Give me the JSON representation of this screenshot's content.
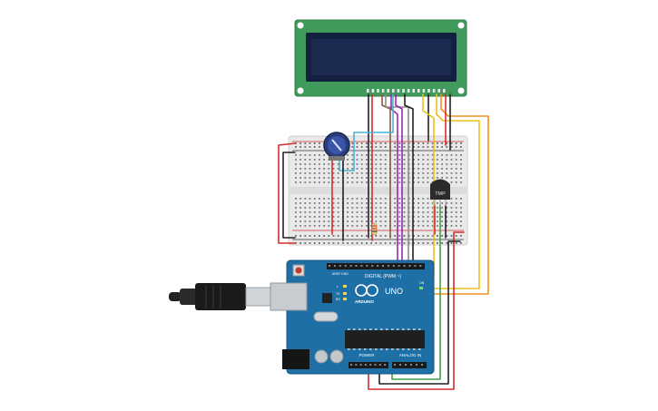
{
  "lcd": {
    "lines": [
      "",
      ""
    ]
  },
  "sensor": {
    "label": "TMP"
  },
  "arduino": {
    "brand": "ARDUINO",
    "model": "UNO",
    "digital_label": "DIGITAL (PWM ~)",
    "power_label": "POWER",
    "analog_label": "ANALOG IN",
    "aref_label": "AREF",
    "gnd_label": "GND",
    "tx_label": "TX",
    "rx_label": "RX",
    "l_label": "L",
    "on_label": "ON"
  },
  "colors": {
    "lcd_board": "#3f9a5b",
    "lcd_screen": "#1d2a52",
    "arduino_board": "#1d6fa5",
    "breadboard": "#e9e9e9",
    "wire_red": "#d32f2f",
    "wire_black": "#222222",
    "wire_yellow": "#e8c21a",
    "wire_orange": "#f0921e",
    "wire_purple": "#9c27b0",
    "wire_green": "#43a047",
    "wire_cyan": "#4ab3d6",
    "wire_gray": "#8a8a8a",
    "wire_brown": "#8d5a3b"
  },
  "icons": {
    "usb": "usb-cable-icon",
    "potentiometer": "potentiometer-icon",
    "sensor": "temperature-sensor-icon",
    "reset": "reset-button-icon"
  }
}
